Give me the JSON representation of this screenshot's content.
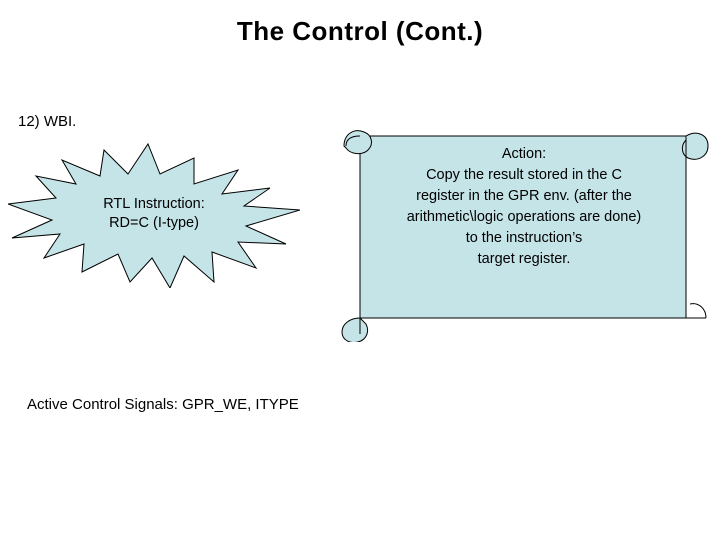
{
  "slide": {
    "title": "The Control (Cont.)",
    "item_label": "12) WBI.",
    "signals_label": "Active Control Signals: GPR_WE, ITYPE",
    "starburst": {
      "line1": "RTL Instruction:",
      "line2": "RD=C (I-type)",
      "fill": "#c5e4e8",
      "stroke": "#000000"
    },
    "scroll": {
      "line1": "Action:",
      "line2": "Copy the result stored in the C",
      "line3": "register in the GPR env. (after the",
      "line4": "arithmetic\\logic operations are done)",
      "line5": "to the instruction’s",
      "line6": "target register.",
      "fill": "#c5e4e8",
      "stroke": "#000000"
    }
  }
}
